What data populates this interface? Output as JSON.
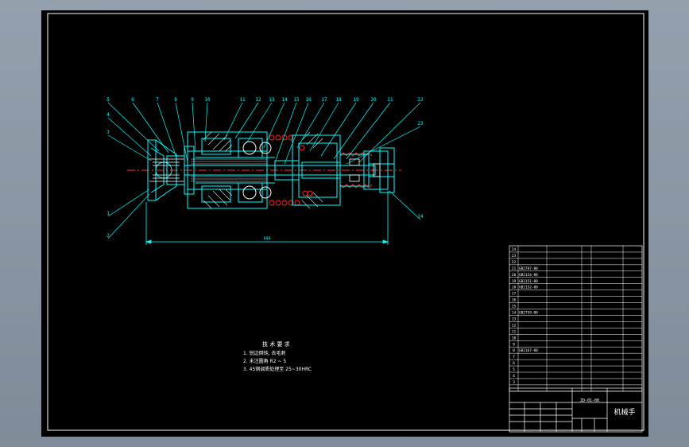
{
  "colors": {
    "background": "#8a96a3",
    "sheet": "#000000",
    "frame": "#ffffff",
    "part": "#00ffff",
    "centerline": "#ff3030",
    "section": "#ffffff",
    "hatch": "#e8e8e8",
    "springs": "#ff2020",
    "leader": "#00ffff"
  },
  "balloons_top": [
    "5",
    "6",
    "7",
    "8",
    "9",
    "10",
    "11",
    "12",
    "13",
    "14",
    "15",
    "16",
    "17",
    "18",
    "19",
    "20",
    "21",
    "22"
  ],
  "balloons_left": [
    "4",
    "3"
  ],
  "balloons_bottom_left": [
    "1",
    "2"
  ],
  "balloon_right_upper": "23",
  "balloon_right_lower": "24",
  "overall_dimension": "$$$",
  "tech": {
    "title": "技 术 要 求",
    "lines": [
      "1. 锐边倒钝, 去毛刺",
      "2. 未注圆角 R2 ~ 5",
      "3. 45钢调质处理至 25~30HRC"
    ]
  },
  "bom_rows": [
    {
      "no": "24",
      "code": "",
      "name": "",
      "qty": "",
      "mat": "",
      "note": ""
    },
    {
      "no": "23",
      "code": "",
      "name": "",
      "qty": "",
      "mat": "",
      "note": ""
    },
    {
      "no": "22",
      "code": "",
      "name": "",
      "qty": "",
      "mat": "",
      "note": ""
    },
    {
      "no": "21",
      "code": "GB2787-80",
      "name": "",
      "qty": "",
      "mat": "",
      "note": ""
    },
    {
      "no": "20",
      "code": "GB2154-80",
      "name": "",
      "qty": "",
      "mat": "",
      "note": ""
    },
    {
      "no": "19",
      "code": "GB2151-80",
      "name": "",
      "qty": "",
      "mat": "",
      "note": ""
    },
    {
      "no": "18",
      "code": "GB2152-80",
      "name": "",
      "qty": "",
      "mat": "",
      "note": ""
    },
    {
      "no": "17",
      "code": "",
      "name": "",
      "qty": "",
      "mat": "",
      "note": ""
    },
    {
      "no": "16",
      "code": "",
      "name": "",
      "qty": "",
      "mat": "",
      "note": ""
    },
    {
      "no": "15",
      "code": "",
      "name": "",
      "qty": "",
      "mat": "",
      "note": ""
    },
    {
      "no": "14",
      "code": "GB2759-80",
      "name": "",
      "qty": "",
      "mat": "",
      "note": ""
    },
    {
      "no": "13",
      "code": "",
      "name": "",
      "qty": "",
      "mat": "",
      "note": ""
    },
    {
      "no": "12",
      "code": "",
      "name": "",
      "qty": "",
      "mat": "",
      "note": ""
    },
    {
      "no": "11",
      "code": "",
      "name": "",
      "qty": "",
      "mat": "",
      "note": ""
    },
    {
      "no": "10",
      "code": "",
      "name": "",
      "qty": "",
      "mat": "",
      "note": ""
    },
    {
      "no": "9",
      "code": "",
      "name": "",
      "qty": "",
      "mat": "",
      "note": ""
    },
    {
      "no": "8",
      "code": "GB2167-80",
      "name": "",
      "qty": "",
      "mat": "",
      "note": ""
    },
    {
      "no": "7",
      "code": "",
      "name": "",
      "qty": "",
      "mat": "",
      "note": ""
    },
    {
      "no": "6",
      "code": "",
      "name": "",
      "qty": "",
      "mat": "",
      "note": ""
    },
    {
      "no": "5",
      "code": "",
      "name": "",
      "qty": "",
      "mat": "",
      "note": ""
    },
    {
      "no": "4",
      "code": "",
      "name": "",
      "qty": "",
      "mat": "",
      "note": ""
    },
    {
      "no": "3",
      "code": "",
      "name": "",
      "qty": "",
      "mat": "",
      "note": ""
    }
  ],
  "title_block": {
    "drawing_no": "ZD-01-00",
    "name": "机械手"
  }
}
